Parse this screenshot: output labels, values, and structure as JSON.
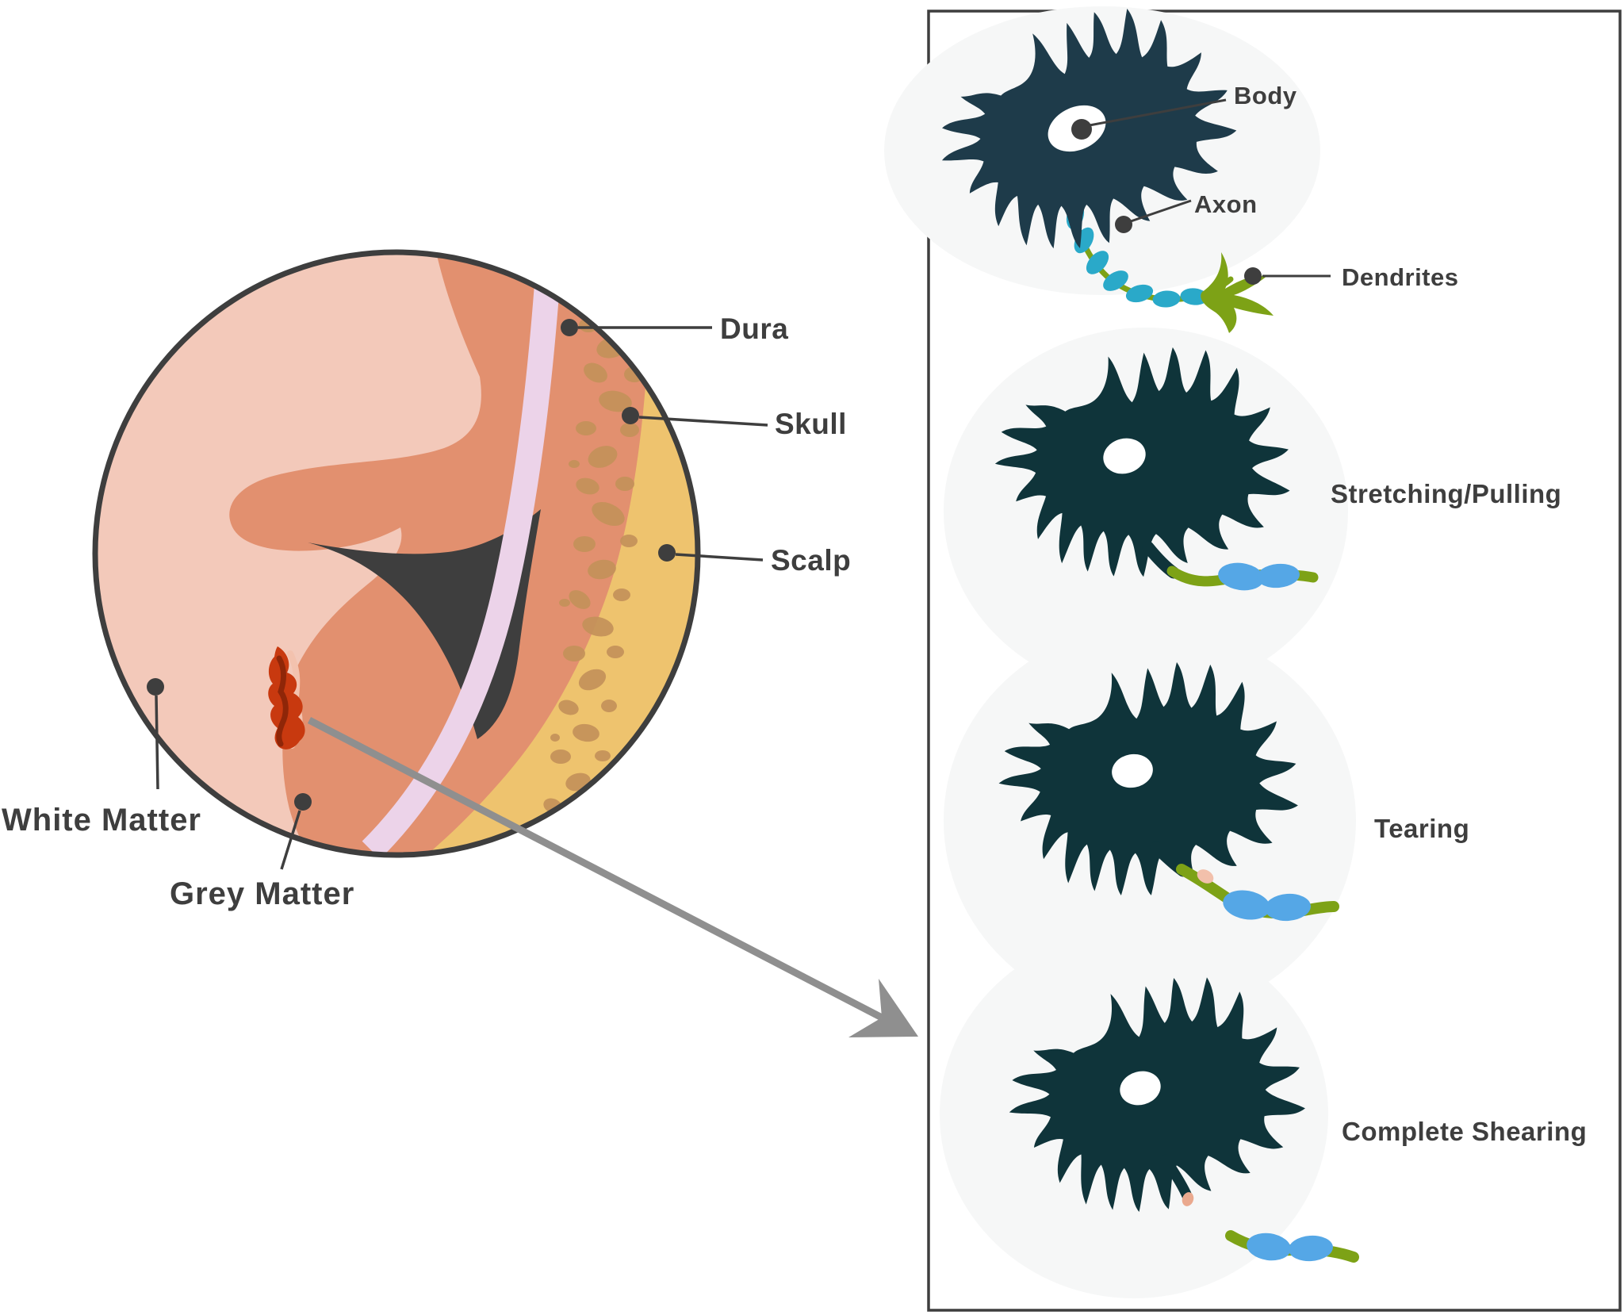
{
  "brain_section": {
    "labels": {
      "dura": "Dura",
      "skull": "Skull",
      "scalp": "Scalp",
      "white_matter": "White Matter",
      "grey_matter": "Grey Matter"
    }
  },
  "neuron_panel": {
    "anatomy_labels": {
      "body": "Body",
      "axon": "Axon",
      "dendrites": "Dendrites"
    },
    "injury_stages": [
      "Stretching/Pulling",
      "Tearing",
      "Complete Shearing"
    ]
  },
  "colors": {
    "white_matter": "#f3c9ba",
    "grey_matter": "#e2906f",
    "dura_band": "#ecd3e9",
    "skull_bone_spots": "#c4925a",
    "scalp": "#eec36e",
    "fissure": "#3e3e3e",
    "lesion_red": "#c8390f",
    "lesion_dark_red": "#8f2608",
    "lesion_highlight": "#f3c2ae",
    "neuron_body_1": "#1e3b4a",
    "neuron_body_injured": "#0f343a",
    "axon_green": "#7da216",
    "myelin_cyan": "#2aa9c9",
    "myelin_blue": "#55a7e6",
    "label_text": "#3e3e3e",
    "pointer_arrow": "#8f8f8f"
  }
}
